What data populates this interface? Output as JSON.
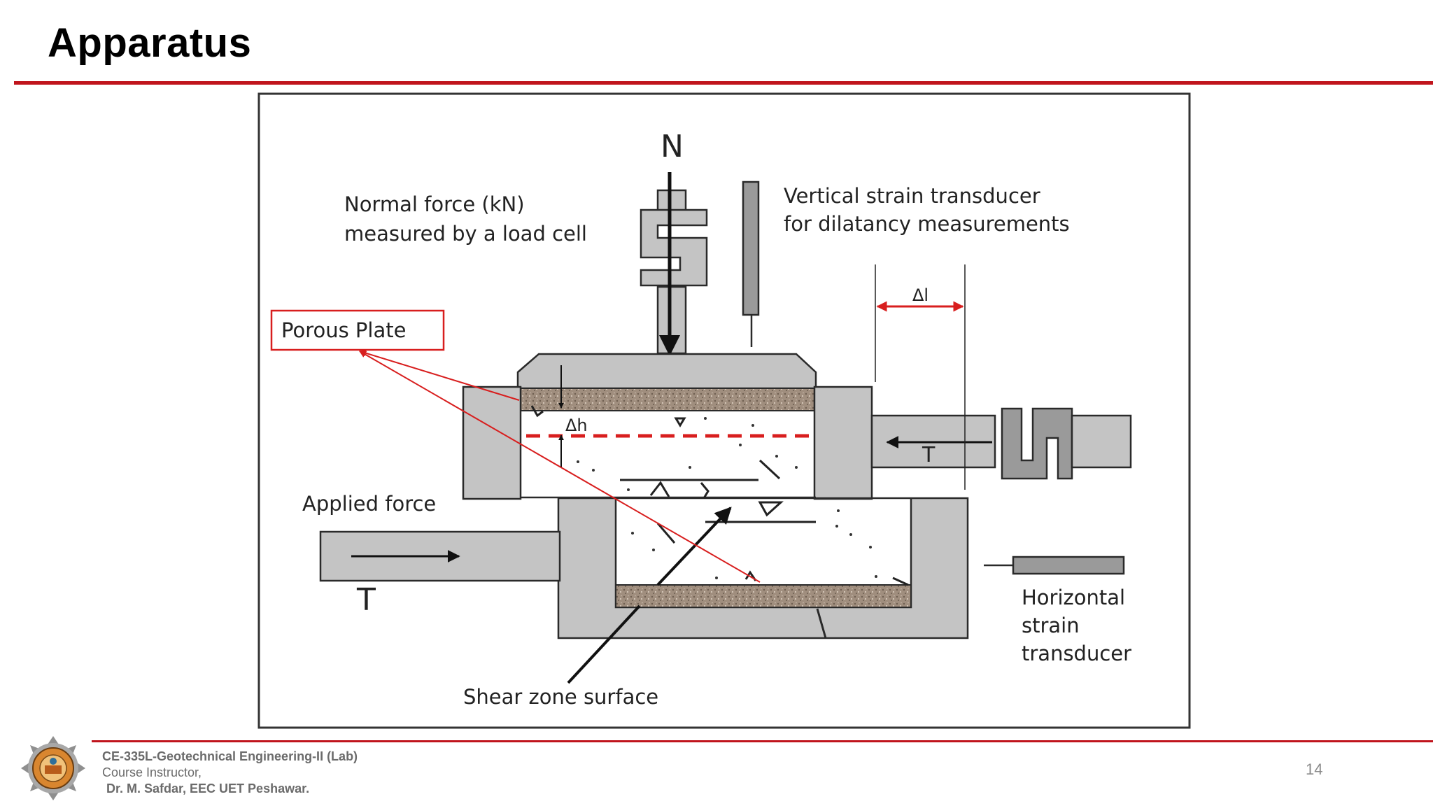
{
  "slide": {
    "title": "Apparatus",
    "page_number": "14"
  },
  "diagram": {
    "labels": {
      "normal_symbol": "N",
      "normal_force_line1": "Normal force (kN)",
      "normal_force_line2": "measured by a load cell",
      "vertical_line1": "Vertical strain transducer",
      "vertical_line2": "for dilatancy measurements",
      "delta_l": "Δl",
      "porous_plate": "Porous Plate",
      "delta_h": "Δh",
      "t_right": "T",
      "applied_force": "Applied force",
      "t_left": "T",
      "horizontal_line1": "Horizontal",
      "horizontal_line2": "strain",
      "horizontal_line3": "transducer",
      "shear_zone": "Shear zone surface"
    },
    "colors": {
      "steel": "#c4c4c4",
      "steel_dark": "#9a9a9a",
      "outline": "#2a2a2a",
      "porous": "#9c8a7a",
      "accent": "#d81e1e"
    }
  },
  "footer": {
    "course": "CE-335L-Geotechnical Engineering-II (Lab)",
    "role": "Course Instructor,",
    "person": "Dr. M. Safdar, EEC UET Peshawar."
  }
}
